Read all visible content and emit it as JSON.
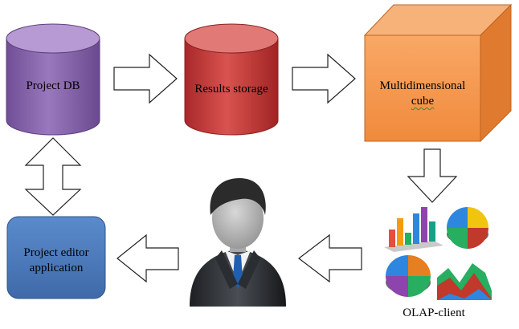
{
  "nodes": {
    "project_db": "Project DB",
    "results_storage": "Results storage",
    "cube_line1": "Multidimensional",
    "cube_line2": "cube",
    "editor_line1": "Project editor",
    "editor_line2": "application",
    "olap": "OLAP-client"
  },
  "colors": {
    "project_db": "#8a66ad",
    "results_storage": "#c8403c",
    "cube": "#f6964c",
    "editor": "#4f7dbf"
  },
  "icons": [
    "user-icon",
    "bar-chart-icon",
    "pie-chart-icon",
    "area-chart-icon"
  ]
}
